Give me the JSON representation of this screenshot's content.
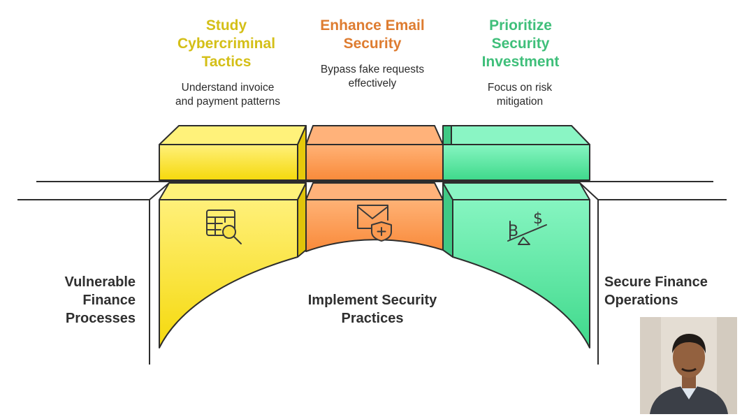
{
  "steps": [
    {
      "title": "Study\nCybercriminal\nTactics",
      "description": "Understand invoice\nand payment patterns",
      "icon": "table-search-icon",
      "color": "#d9c21a"
    },
    {
      "title": "Enhance Email\nSecurity",
      "description": "Bypass fake requests\neffectively",
      "icon": "email-shield-icon",
      "color": "#e07f33"
    },
    {
      "title": "Prioritize\nSecurity\nInvestment",
      "description": "Focus on risk\nmitigation",
      "icon": "currency-balance-icon",
      "color": "#3fbf7a"
    }
  ],
  "left_label": "Vulnerable\nFinance\nProcesses",
  "center_label": "Implement Security\nPractices",
  "right_label": "Secure Finance\nOperations",
  "colors": {
    "yellow": "#ffe94a",
    "orange": "#ffa25c",
    "green": "#6ff0b0",
    "outline": "#2d2d2d"
  }
}
